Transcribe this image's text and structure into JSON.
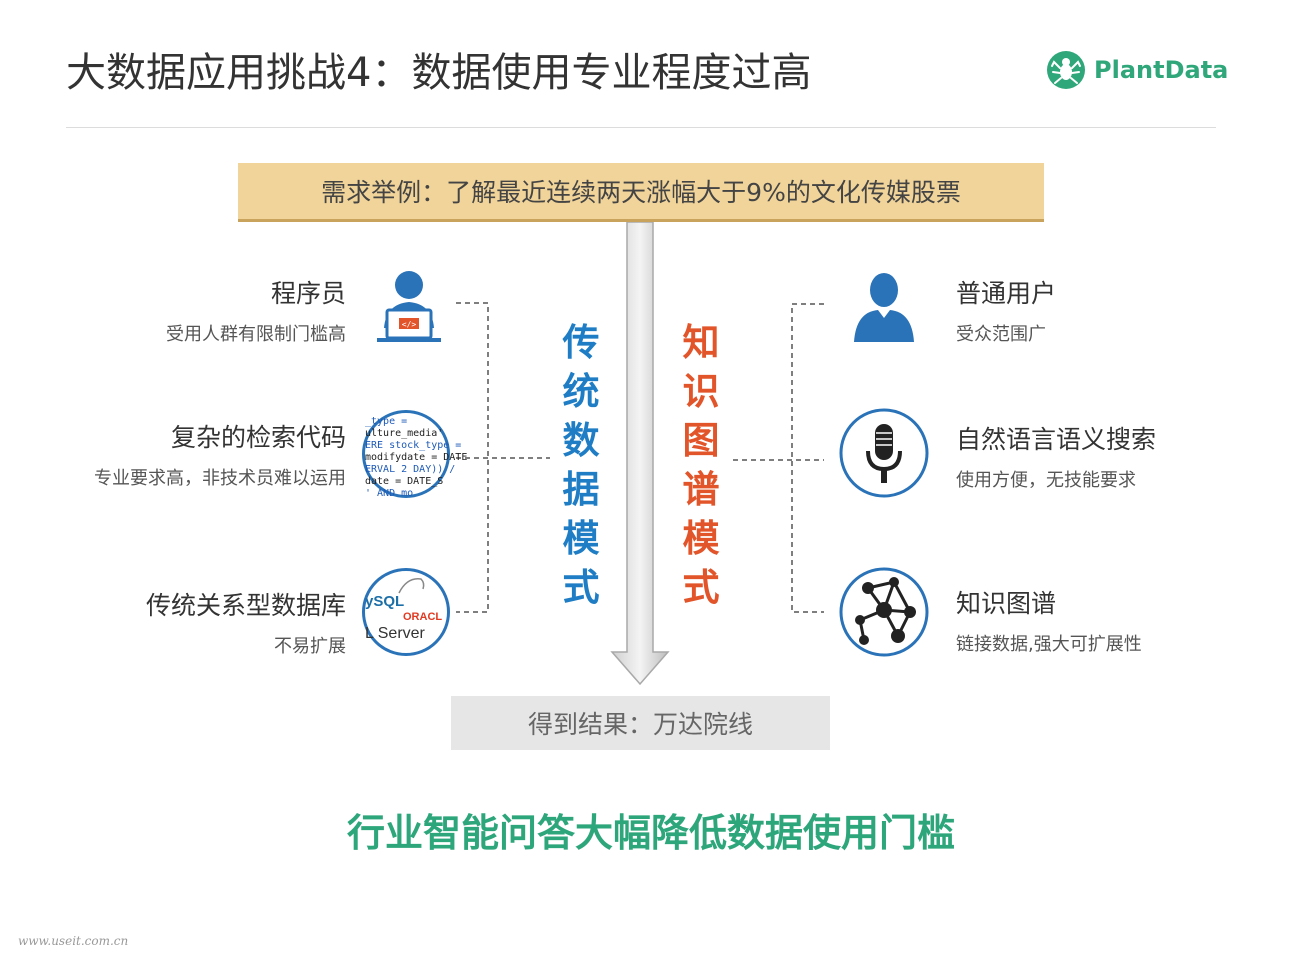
{
  "slide": {
    "title": "大数据应用挑战4：数据使用专业程度过高",
    "logo_text": "PlantData",
    "requirement": "需求举例：了解最近连续两天涨幅大于9%的文化传媒股票",
    "result": "得到结果：万达院线",
    "conclusion": "行业智能问答大幅降低数据使用门槛",
    "watermark": "www.useit.com.cn"
  },
  "modes": {
    "traditional": [
      "传",
      "统",
      "数",
      "据",
      "模",
      "式"
    ],
    "knowledge": [
      "知",
      "识",
      "图",
      "谱",
      "模",
      "式"
    ]
  },
  "left_items": [
    {
      "title": "程序员",
      "desc": "受用人群有限制门槛高"
    },
    {
      "title": "复杂的检索代码",
      "desc": "专业要求高，非技术员难以运用"
    },
    {
      "title": "传统关系型数据库",
      "desc": "不易扩展"
    }
  ],
  "right_items": [
    {
      "title": "普通用户",
      "desc": "受众范围广"
    },
    {
      "title": "自然语言语义搜索",
      "desc": "使用方便，无技能要求"
    },
    {
      "title": "知识图谱",
      "desc": "链接数据,强大可扩展性"
    }
  ],
  "code_snippet": [
    "_type =",
    "ulture_media'",
    "ERE stock_type =",
    "modifydate = DATE",
    "ERVAL 2 DAY)) /",
    "date = DATE_S",
    "' AND mo"
  ],
  "db_logos": {
    "mysql": "ySQL",
    "oracle": "ORACL",
    "sqlserver": "L Server"
  },
  "colors": {
    "title_text": "#333333",
    "banner_bg": "#f1d49a",
    "blue_mode": "#1e7dc4",
    "red_mode": "#e2552a",
    "conclusion": "#2ea67b",
    "icon_blue": "#2a73b8",
    "logo_green": "#2fa77a"
  }
}
